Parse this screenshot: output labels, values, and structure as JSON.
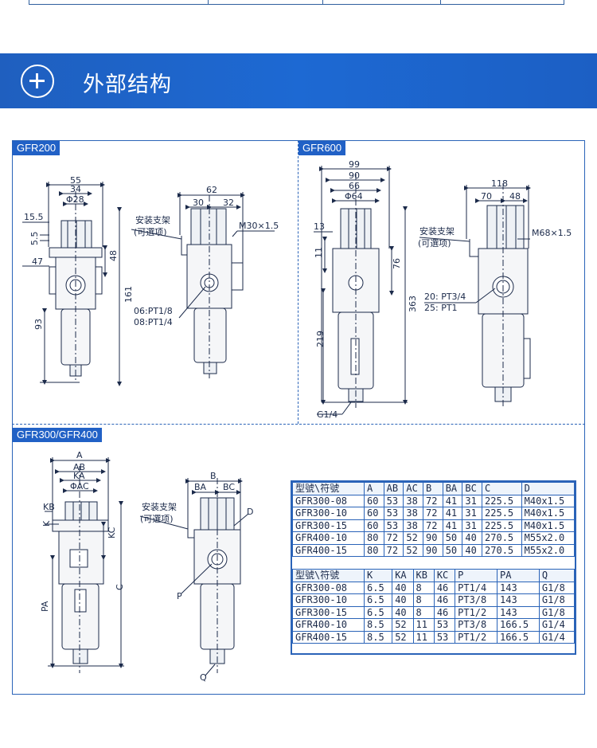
{
  "section": {
    "title": "外部结构"
  },
  "models": {
    "gfr200": "GFR200",
    "gfr600": "GFR600",
    "gfr300_400": "GFR300/GFR400"
  },
  "gfr200": {
    "dims": {
      "d55": "55",
      "d34": "34",
      "d28": "Φ28",
      "d15_5": "15.5",
      "d5_5": "5.5",
      "d47": "47",
      "d48": "48",
      "d161": "161",
      "d93": "93",
      "d62": "62",
      "d30": "30",
      "d32": "32"
    },
    "bracket_label": "安装支架",
    "bracket_sub": "(可選项)",
    "thread": "M30×1.5",
    "port1": "06:PT1/8",
    "port2": "08:PT1/4"
  },
  "gfr600": {
    "dims": {
      "d99": "99",
      "d90": "90",
      "d66": "66",
      "d64": "Φ64",
      "d13": "13",
      "d11": "11",
      "d76": "76",
      "d363": "363",
      "d219": "219",
      "d118": "118",
      "d70": "70",
      "d48": "48"
    },
    "bracket_label": "安装支架",
    "bracket_sub": "(可選项)",
    "thread": "M68×1.5",
    "port1": "20: PT3/4",
    "port2": "25: PT1",
    "drain": "G1/4"
  },
  "gfr300": {
    "dims": {
      "A": "A",
      "AB": "AB",
      "KA": "KA",
      "AC": "ΦAC",
      "KB": "KB",
      "K": "K",
      "KC": "KC",
      "C": "C",
      "PA": "PA",
      "B": "B",
      "BA": "BA",
      "BC": "BC",
      "D": "D",
      "P": "P",
      "Q": "Q"
    },
    "bracket_label": "安装支架",
    "bracket_sub": "(可選项)"
  },
  "table_a": {
    "headers": [
      "型號\\符號",
      "A",
      "AB",
      "AC",
      "B",
      "BA",
      "BC",
      "C",
      "D"
    ],
    "rows": [
      [
        "GFR300-08",
        "60",
        "53",
        "38",
        "72",
        "41",
        "31",
        "225.5",
        "M40x1.5"
      ],
      [
        "GFR300-10",
        "60",
        "53",
        "38",
        "72",
        "41",
        "31",
        "225.5",
        "M40x1.5"
      ],
      [
        "GFR300-15",
        "60",
        "53",
        "38",
        "72",
        "41",
        "31",
        "225.5",
        "M40x1.5"
      ],
      [
        "GFR400-10",
        "80",
        "72",
        "52",
        "90",
        "50",
        "40",
        "270.5",
        "M55x2.0"
      ],
      [
        "GFR400-15",
        "80",
        "72",
        "52",
        "90",
        "50",
        "40",
        "270.5",
        "M55x2.0"
      ]
    ]
  },
  "table_b": {
    "headers": [
      "型號\\符號",
      "K",
      "KA",
      "KB",
      "KC",
      "P",
      "PA",
      "Q"
    ],
    "rows": [
      [
        "GFR300-08",
        "6.5",
        "40",
        "8",
        "46",
        "PT1/4",
        "143",
        "G1/8"
      ],
      [
        "GFR300-10",
        "6.5",
        "40",
        "8",
        "46",
        "PT3/8",
        "143",
        "G1/8"
      ],
      [
        "GFR300-15",
        "6.5",
        "40",
        "8",
        "46",
        "PT1/2",
        "143",
        "G1/8"
      ],
      [
        "GFR400-10",
        "8.5",
        "52",
        "11",
        "53",
        "PT3/8",
        "166.5",
        "G1/4"
      ],
      [
        "GFR400-15",
        "8.5",
        "52",
        "11",
        "53",
        "PT1/2",
        "166.5",
        "G1/4"
      ]
    ]
  }
}
